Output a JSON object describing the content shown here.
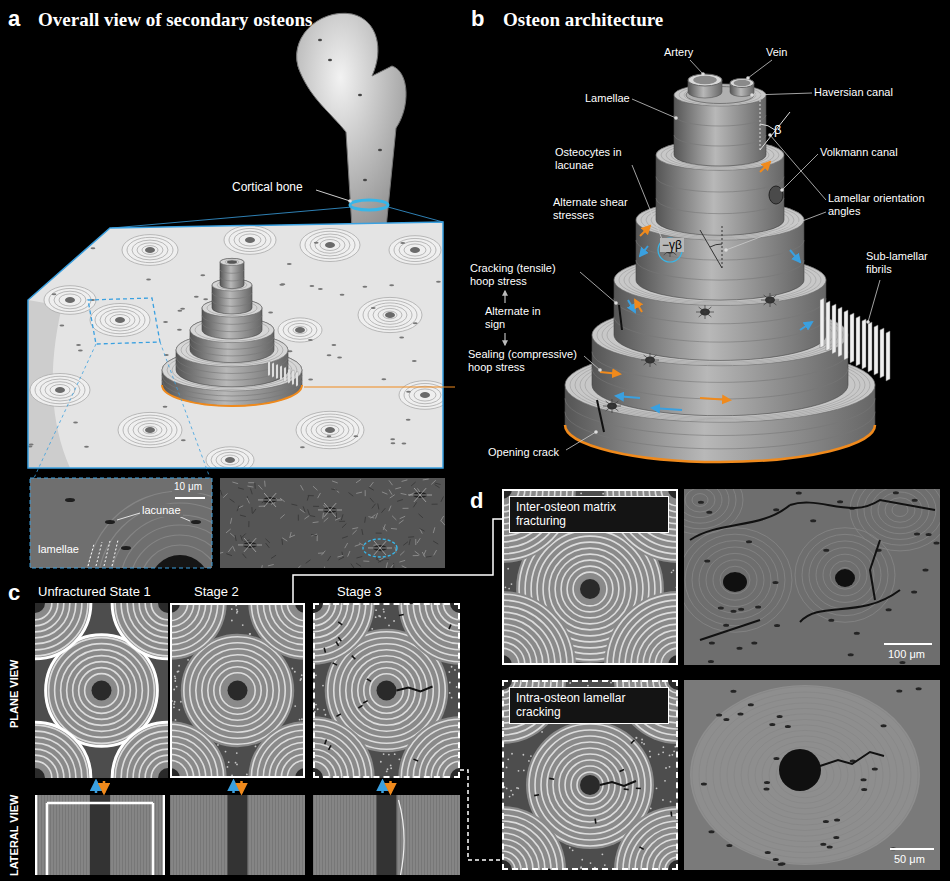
{
  "diagram": {
    "nodes": [
      {
        "text": [
          "Stage 2"
        ]
      },
      {
        "text": [
          "Stage 3"
        ]
      },
      {
        "text": [
          "Inter-osteon matrix fracturing"
        ]
      },
      {
        "text": [
          "Intra-osteon lamellar cracking"
        ]
      }
    ],
    "edges": [
      {
        "from": 0,
        "to": 2,
        "arrow": "none"
      },
      {
        "from": 1,
        "to": 3,
        "arrow": "none"
      }
    ],
    "labels": [
      "a",
      "Overall view of secondary osteons",
      "b",
      "Osteon architecture",
      "Cortical bone",
      "10 μm",
      "lacunae",
      "lamellae",
      "Artery",
      "Vein",
      "Haversian canal",
      "Lamellae",
      "β",
      "Osteocytes in lacunae",
      "Volkmann canal",
      "Alternate shear stresses",
      "−γβ",
      "Lamellar orientation angles",
      "Sub-lamellar fibrils",
      "Cracking (tensile) hoop stress",
      "Alternate in sign",
      "Sealing (compressive) hoop stress",
      "Opening crack",
      "c",
      "Unfractured State 1",
      "PLANE VIEW",
      "LATERAL VIEW",
      "d",
      "100 μm",
      "50 μm"
    ]
  }
}
